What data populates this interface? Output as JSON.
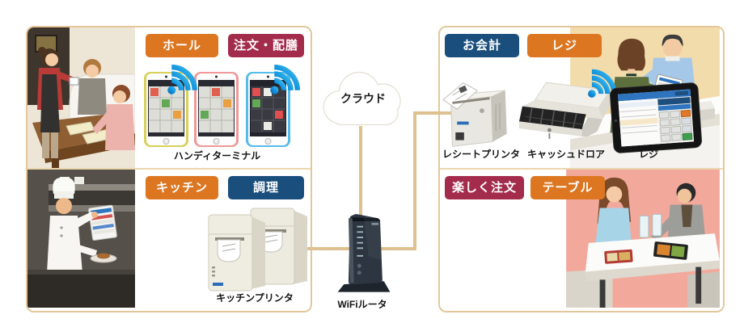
{
  "cloud": {
    "label": "クラウド"
  },
  "router": {
    "label": "WiFiルータ"
  },
  "left_panel": {
    "top": {
      "badges": [
        {
          "label": "ホール",
          "color": "#DC7621"
        },
        {
          "label": "注文・配膳",
          "color": "#A32C4D"
        }
      ],
      "device_label": "ハンディターミナル",
      "illustration": "waitress-taking-order-illustration"
    },
    "bottom": {
      "badges": [
        {
          "label": "キッチン",
          "color": "#DC7621"
        },
        {
          "label": "調理",
          "color": "#1A4E7D"
        }
      ],
      "device_label": "キッチンプリンタ",
      "illustration": "chef-cooking-illustration"
    }
  },
  "right_panel": {
    "top": {
      "badges": [
        {
          "label": "お会計",
          "color": "#1A4E7D"
        },
        {
          "label": "レジ",
          "color": "#DC7621"
        }
      ],
      "receipt_printer_label": "レシートプリンタ",
      "cash_drawer_label": "キャッシュドロア",
      "register_label": "レジ",
      "illustration": "cashier-checkout-illustration"
    },
    "bottom": {
      "badges": [
        {
          "label": "楽しく注文",
          "color": "#A32C4D"
        },
        {
          "label": "テーブル",
          "color": "#DC7621"
        }
      ],
      "illustration": "couple-ordering-at-table-illustration"
    }
  },
  "colors": {
    "accent_orange": "#DC7621",
    "accent_crimson": "#A32C4D",
    "accent_navy": "#1A4E7D",
    "connector_tan": "#DEC091",
    "wifi_blue": "#1193DC",
    "panel_border": "#E3C79B"
  }
}
